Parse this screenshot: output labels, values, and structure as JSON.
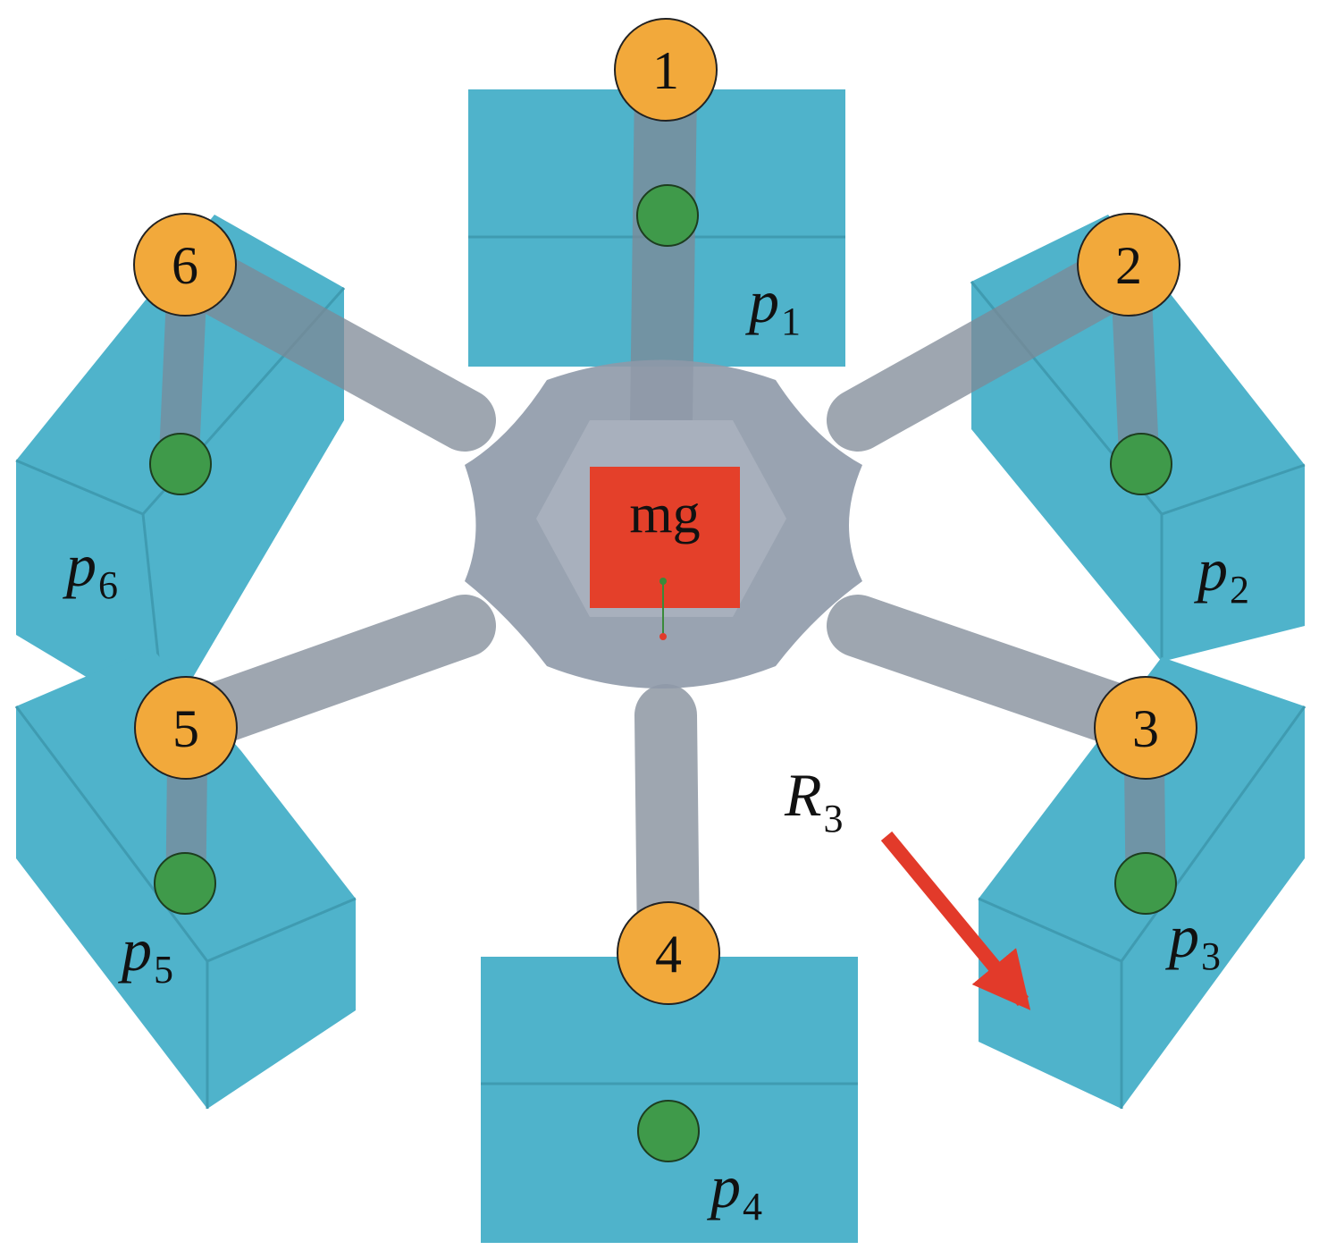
{
  "colors": {
    "contact_box": "#4fb3cb",
    "contact_box_dark": "#3f9bb1",
    "leg_marker": "#f2a93b",
    "foot_point": "#3f9a4a",
    "body": "#8e99a8",
    "weight_box": "#e4402a",
    "force_arrow": "#e23a2a"
  },
  "legs": [
    {
      "number": "1",
      "point_label": "p",
      "point_sub": "1"
    },
    {
      "number": "2",
      "point_label": "p",
      "point_sub": "2"
    },
    {
      "number": "3",
      "point_label": "p",
      "point_sub": "3"
    },
    {
      "number": "4",
      "point_label": "p",
      "point_sub": "4"
    },
    {
      "number": "5",
      "point_label": "p",
      "point_sub": "5"
    },
    {
      "number": "6",
      "point_label": "p",
      "point_sub": "6"
    }
  ],
  "weight_label": "mg",
  "force": {
    "label": "R",
    "sub": "3"
  }
}
